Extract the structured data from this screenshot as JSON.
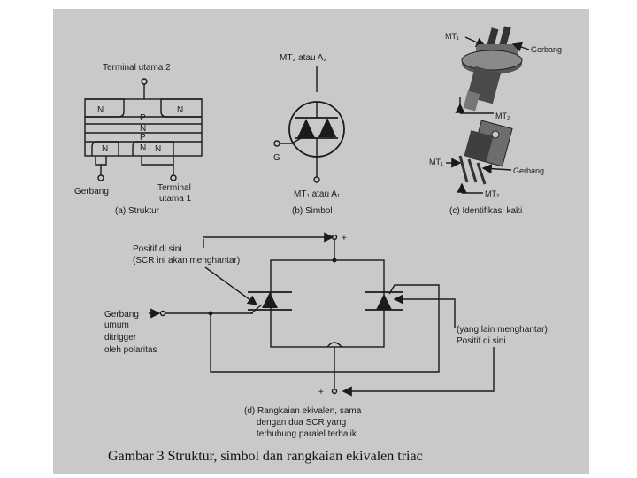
{
  "caption": "Gambar 3 Struktur, simbol dan rangkaian ekivalen triac",
  "structure": {
    "terminal2": "Terminal utama 2",
    "gate": "Gerbang",
    "terminal1_line1": "Terminal",
    "terminal1_line2": "utama 1",
    "caption": "(a) Struktur",
    "layers": [
      "N",
      "N",
      "P",
      "N",
      "P",
      "N",
      "N",
      "N"
    ]
  },
  "symbol": {
    "mt2": "MT₂ atau A₂",
    "gate": "G",
    "mt1": "MT₁ atau A₁",
    "caption": "(b) Simbol"
  },
  "pins": {
    "mt1_top": "MT₁",
    "gate_top": "Gerbang",
    "mt2_top": "MT₂",
    "mt1_bottom": "MT₁",
    "gate_bottom": "Gerbang",
    "mt2_bottom": "MT₂",
    "caption": "(c) Identifikasi kaki"
  },
  "circuit": {
    "plus_top": "+",
    "plus_bottom": "+",
    "positive_note_line1": "Positif di sini",
    "positive_note_line2": "(SCR ini akan menghantar)",
    "gate_line1": "Gerbang",
    "gate_line2": "umum",
    "gate_line3": "ditrigger",
    "gate_line4": "oleh polaritas",
    "other_note_line1": "(yang lain menghantar)",
    "other_note_line2": "Positif di sini",
    "caption_line1": "(d) Rangkaian ekivalen, sama",
    "caption_line2": "dengan dua SCR yang",
    "caption_line3": "terhubung paralel terbalik"
  }
}
